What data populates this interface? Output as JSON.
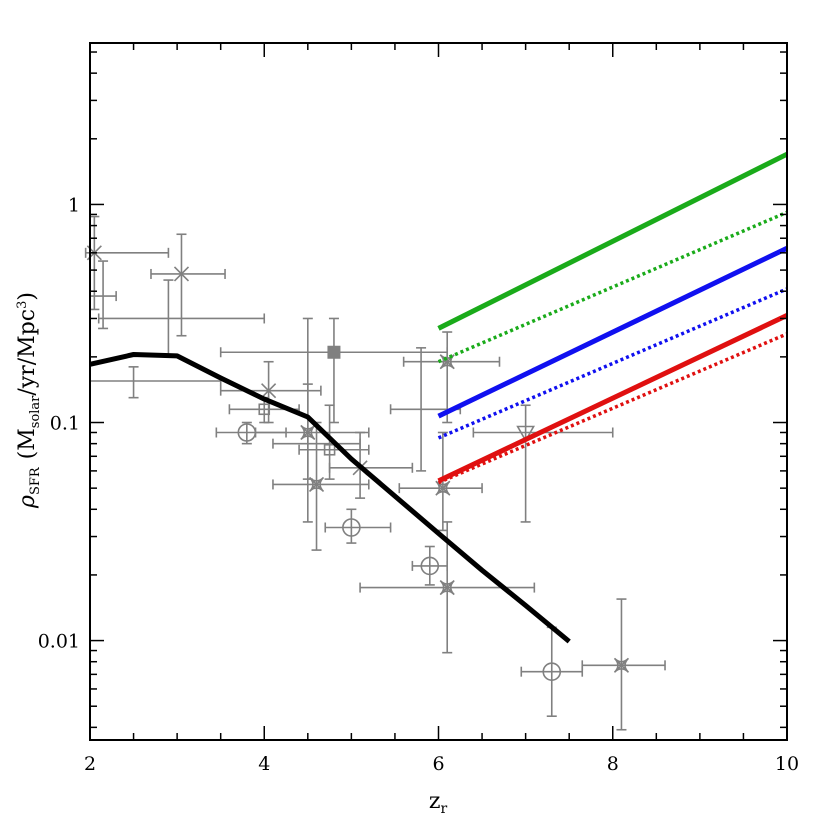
{
  "chart_data": {
    "type": "line",
    "xlabel": "z",
    "xlabel_sub": "r",
    "ylabel": {
      "rho": "ρ",
      "rho_sub": "SFR",
      "open": "(M",
      "msub": "solar",
      "mid": "/yr/Mpc",
      "sup": "3",
      "close": ")"
    },
    "xlim": [
      2,
      10
    ],
    "ylim": [
      0.0035,
      5.5
    ],
    "yscale": "log",
    "x_ticks": [
      {
        "value": 2,
        "label": "2"
      },
      {
        "value": 4,
        "label": "4"
      },
      {
        "value": 6,
        "label": "6"
      },
      {
        "value": 8,
        "label": "8"
      },
      {
        "value": 10,
        "label": "10"
      }
    ],
    "y_ticks": [
      {
        "value": 0.01,
        "label": "0.01"
      },
      {
        "value": 0.1,
        "label": "0.1"
      },
      {
        "value": 1,
        "label": "1"
      }
    ],
    "grid": false,
    "colors": {
      "model": "#000000",
      "green": "#1aab1a",
      "blue": "#1010f0",
      "red": "#e01010",
      "observations": "#808080"
    },
    "series": [
      {
        "style": "solid",
        "color": "#000000",
        "x": [
          2.0,
          2.5,
          3.0,
          3.5,
          4.0,
          4.5,
          5.0,
          5.5,
          6.0,
          6.5,
          7.0,
          7.5
        ],
        "y": [
          0.185,
          0.205,
          0.202,
          0.16,
          0.128,
          0.106,
          0.068,
          0.046,
          0.031,
          0.021,
          0.0145,
          0.0099
        ]
      },
      {
        "style": "solid",
        "color": "#1aab1a",
        "x": [
          6.0,
          10.0
        ],
        "y": [
          0.27,
          1.7
        ]
      },
      {
        "style": "dotted",
        "color": "#1aab1a",
        "x": [
          6.0,
          10.0
        ],
        "y": [
          0.19,
          0.92
        ]
      },
      {
        "style": "solid",
        "color": "#1010f0",
        "x": [
          6.0,
          10.0
        ],
        "y": [
          0.107,
          0.63
        ]
      },
      {
        "style": "dotted",
        "color": "#1010f0",
        "x": [
          6.0,
          10.0
        ],
        "y": [
          0.085,
          0.41
        ]
      },
      {
        "style": "solid",
        "color": "#e01010",
        "x": [
          6.0,
          10.0
        ],
        "y": [
          0.054,
          0.31
        ]
      },
      {
        "style": "dotted",
        "color": "#e01010",
        "x": [
          6.0,
          10.0
        ],
        "y": [
          0.053,
          0.255
        ]
      }
    ],
    "observations": [
      {
        "x": 2.05,
        "y": 0.6,
        "xerr": [
          0.1,
          0.85
        ],
        "yerr": [
          0.33,
          0.88
        ],
        "marker": "x"
      },
      {
        "x": 2.15,
        "y": 0.38,
        "xerr": [
          0.15,
          0.15
        ],
        "yerr": [
          0.27,
          0.55
        ],
        "marker": "plus"
      },
      {
        "x": 3.05,
        "y": 0.48,
        "xerr": [
          0.35,
          0.5
        ],
        "yerr": [
          0.25,
          0.73
        ],
        "marker": "x"
      },
      {
        "x": 2.9,
        "y": 0.3,
        "xerr": [
          0.8,
          1.1
        ],
        "yerr": [
          0.2,
          0.45
        ],
        "marker": "plus"
      },
      {
        "x": 2.5,
        "y": 0.155,
        "xerr": [
          0.5,
          1.0
        ],
        "yerr": [
          0.13,
          0.18
        ],
        "marker": "plus"
      },
      {
        "x": 3.8,
        "y": 0.09,
        "xerr": [
          0.35,
          0.45
        ],
        "yerr": [
          0.08,
          0.1
        ],
        "marker": "circle"
      },
      {
        "x": 4.0,
        "y": 0.115,
        "xerr": [
          0.4,
          0.4
        ],
        "yerr": [
          0.1,
          0.13
        ],
        "marker": "square"
      },
      {
        "x": 4.05,
        "y": 0.14,
        "xerr": [
          0.55,
          0.6
        ],
        "yerr": [
          0.1,
          0.19
        ],
        "marker": "x"
      },
      {
        "x": 4.5,
        "y": 0.09,
        "xerr": [
          0.6,
          0.7
        ],
        "yerr": [
          0.055,
          0.15
        ],
        "marker": "star"
      },
      {
        "x": 4.6,
        "y": 0.052,
        "xerr": [
          0.5,
          0.6
        ],
        "yerr": [
          0.026,
          0.1
        ],
        "marker": "star"
      },
      {
        "x": 4.8,
        "y": 0.21,
        "xerr": [
          1.3,
          1.3
        ],
        "yerr": [
          0.1,
          0.3
        ],
        "marker": "filled-square"
      },
      {
        "x": 4.75,
        "y": 0.075,
        "xerr": [
          0.35,
          0.45
        ],
        "yerr": [
          0.055,
          0.12
        ],
        "marker": "square"
      },
      {
        "x": 4.5,
        "y": 0.08,
        "xerr": [
          0.4,
          0.6
        ],
        "yerr": [
          0.035,
          0.3
        ],
        "marker": "plus"
      },
      {
        "x": 5.0,
        "y": 0.033,
        "xerr": [
          0.3,
          0.45
        ],
        "yerr": [
          0.028,
          0.04
        ],
        "marker": "circle"
      },
      {
        "x": 5.1,
        "y": 0.062,
        "xerr": [
          0.35,
          0.6
        ],
        "yerr": [
          0.045,
          0.09
        ],
        "marker": "x"
      },
      {
        "x": 5.9,
        "y": 0.022,
        "xerr": [
          0.2,
          0.2
        ],
        "yerr": [
          0.018,
          0.027
        ],
        "marker": "circle"
      },
      {
        "x": 6.1,
        "y": 0.0175,
        "xerr": [
          1.0,
          1.0
        ],
        "yerr": [
          0.0088,
          0.035
        ],
        "marker": "star"
      },
      {
        "x": 5.8,
        "y": 0.115,
        "xerr": [
          0.35,
          0.45
        ],
        "yerr": [
          0.06,
          0.22
        ],
        "marker": "plus"
      },
      {
        "x": 6.1,
        "y": 0.19,
        "xerr": [
          0.5,
          0.6
        ],
        "yerr": [
          0.1,
          0.26
        ],
        "marker": "star"
      },
      {
        "x": 6.05,
        "y": 0.05,
        "xerr": [
          0.5,
          0.45
        ],
        "yerr": [
          0.032,
          0.09
        ],
        "marker": "star"
      },
      {
        "x": 7.0,
        "y": 0.09,
        "xerr": [
          0.6,
          1.0
        ],
        "yerr": [
          0.035,
          0.12
        ],
        "marker": "triangle-down"
      },
      {
        "x": 7.3,
        "y": 0.0072,
        "xerr": [
          0.35,
          0.35
        ],
        "yerr": [
          0.0045,
          0.0115
        ],
        "marker": "circle"
      },
      {
        "x": 8.1,
        "y": 0.0077,
        "xerr": [
          0.45,
          0.5
        ],
        "yerr": [
          0.0039,
          0.0155
        ],
        "marker": "star"
      }
    ]
  }
}
